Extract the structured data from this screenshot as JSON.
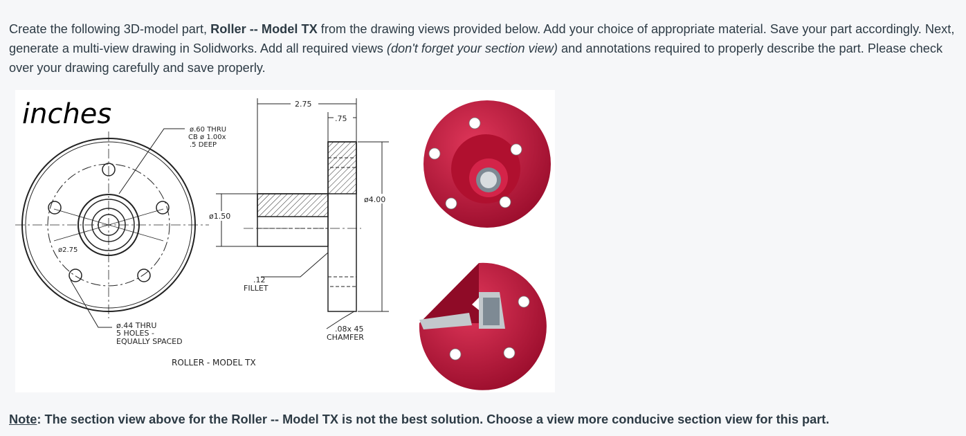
{
  "instructions": {
    "text_1": "Create the following 3D-model part, ",
    "part_name_1": "Roller -- Model TX",
    "text_2": " from the drawing views provided below. Add your choice of appropriate material. Save your part accordingly. Next, generate a multi-view drawing in Solidworks. Add all required views ",
    "italic_hint": "(don't forget your section view)",
    "text_3": " and annotations required to properly describe the part. Please check over your drawing carefully and save properly."
  },
  "drawing": {
    "units_note": "inches",
    "dim_overall_length": "2.75",
    "dim_hub_length": ".75",
    "dim_flange_dia": "ø4.00",
    "dim_hub_dia": "ø1.50",
    "dim_bolt_circle": "ø2.75",
    "counterbore_line1": "ø.60 THRU",
    "counterbore_line2": "CB ø 1.00x",
    "counterbore_line3": ".5 DEEP",
    "holes_line1": "ø.44 THRU",
    "holes_line2": "5 HOLES -",
    "holes_line3": "EQUALLY SPACED",
    "fillet_value": ".12",
    "fillet_label": "FILLET",
    "chamfer_value": ".08x 45",
    "chamfer_label": "CHAMFER",
    "title": "ROLLER - MODEL TX",
    "render_color": "#c0163a"
  },
  "note": {
    "label": "Note",
    "text": ": The section view above for the Roller -- Model TX is not the best solution. Choose a view more conducive section view for this part."
  }
}
